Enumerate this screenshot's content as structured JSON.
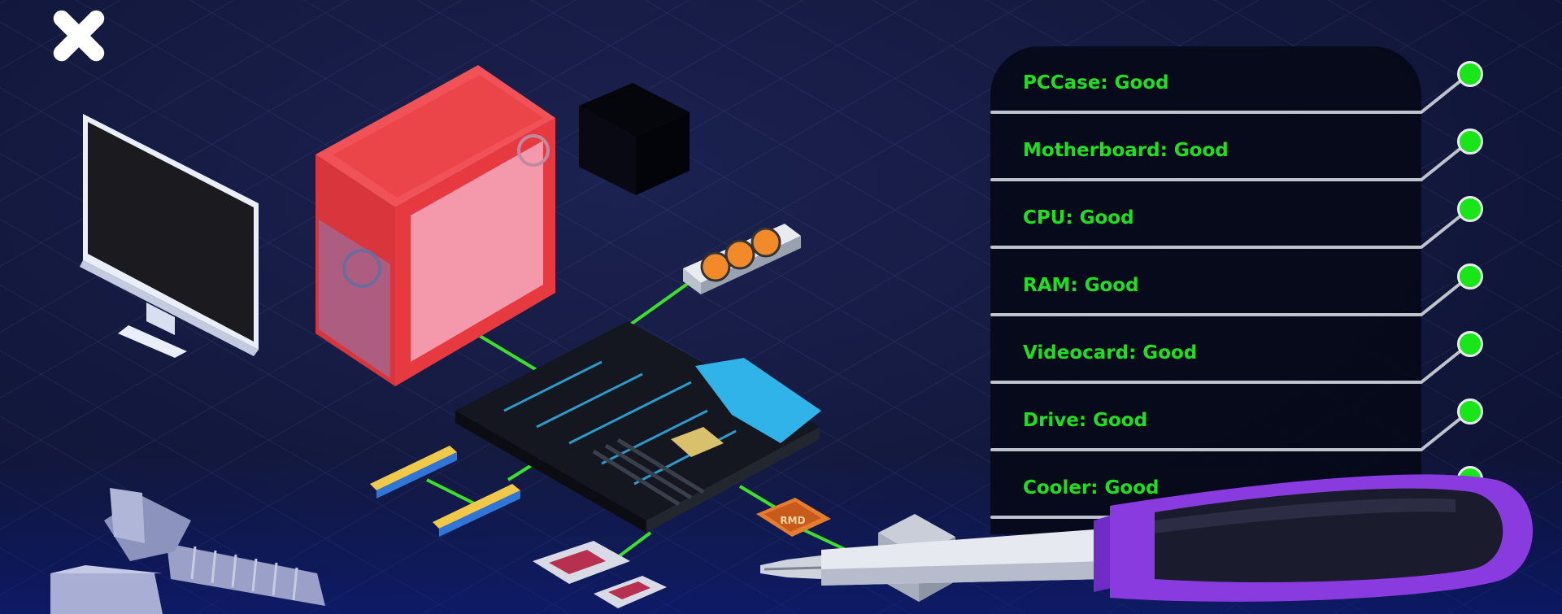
{
  "status": {
    "rows": [
      {
        "label": "PCCase: Good",
        "state": "good"
      },
      {
        "label": "Motherboard: Good",
        "state": "good"
      },
      {
        "label": "CPU: Good",
        "state": "good"
      },
      {
        "label": "RAM: Good",
        "state": "good"
      },
      {
        "label": "Videocard: Good",
        "state": "good"
      },
      {
        "label": "Drive: Good",
        "state": "good"
      },
      {
        "label": "Cooler: Good",
        "state": "good"
      }
    ]
  },
  "cpu_chip_text": "RMD",
  "colors": {
    "good": "#19e619",
    "label_text": "#1ee01e",
    "case_red": "#e8363c",
    "heatsink_blue": "#2fb3e8",
    "screwdriver_purple": "#8a3be0",
    "link_green": "#3be02a"
  },
  "icons": {
    "close": "close-icon",
    "monitor": "monitor-icon",
    "case": "pc-case-icon",
    "motherboard": "motherboard-icon",
    "gpu": "videocard-icon",
    "ram": "ram-icon",
    "cpu": "cpu-icon",
    "drive": "drive-icon",
    "cooler": "cooler-icon",
    "hammer": "hammer-icon",
    "screwdriver": "screwdriver-icon"
  }
}
